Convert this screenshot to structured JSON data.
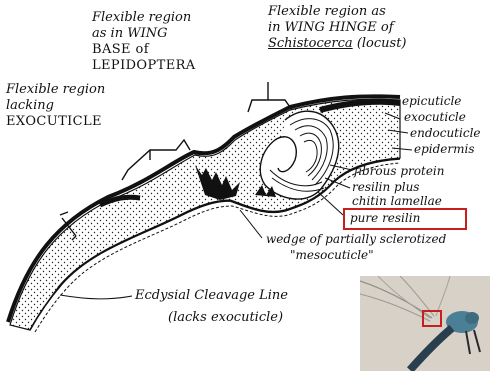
{
  "labels": {
    "flexible_no_exo": [
      "Flexible region",
      "lacking",
      "EXOCUTICLE"
    ],
    "lepidoptera": [
      "Flexible region",
      "as in WING",
      "BASE of",
      "LEPIDOPTERA"
    ],
    "hinge_line1": "Flexible region as",
    "hinge_line2": "in WING HINGE of",
    "hinge_genus": "Schistocerca",
    "hinge_common": "(locust)",
    "epicuticle": "epicuticle",
    "exocuticle": "exocuticle",
    "endocuticle": "endocuticle",
    "epidermis": "epidermis",
    "fibrous_protein": "fibrous protein",
    "resilin_plus": "resilin plus",
    "chitin_lamellae": "chitin lamellae",
    "pure_resilin": "pure resilin",
    "wedge_line1": "wedge of partially sclerotized",
    "wedge_line2": "\"mesocuticle\"",
    "cleavage_line1": "Ecdysial Cleavage Line",
    "cleavage_line2": "(lacks exocuticle)"
  },
  "colors": {
    "highlight": "#c81e1e",
    "ink": "#111111",
    "photo_bg": "#d7d1c8",
    "photo_insect_blue": "#4a7f96"
  }
}
